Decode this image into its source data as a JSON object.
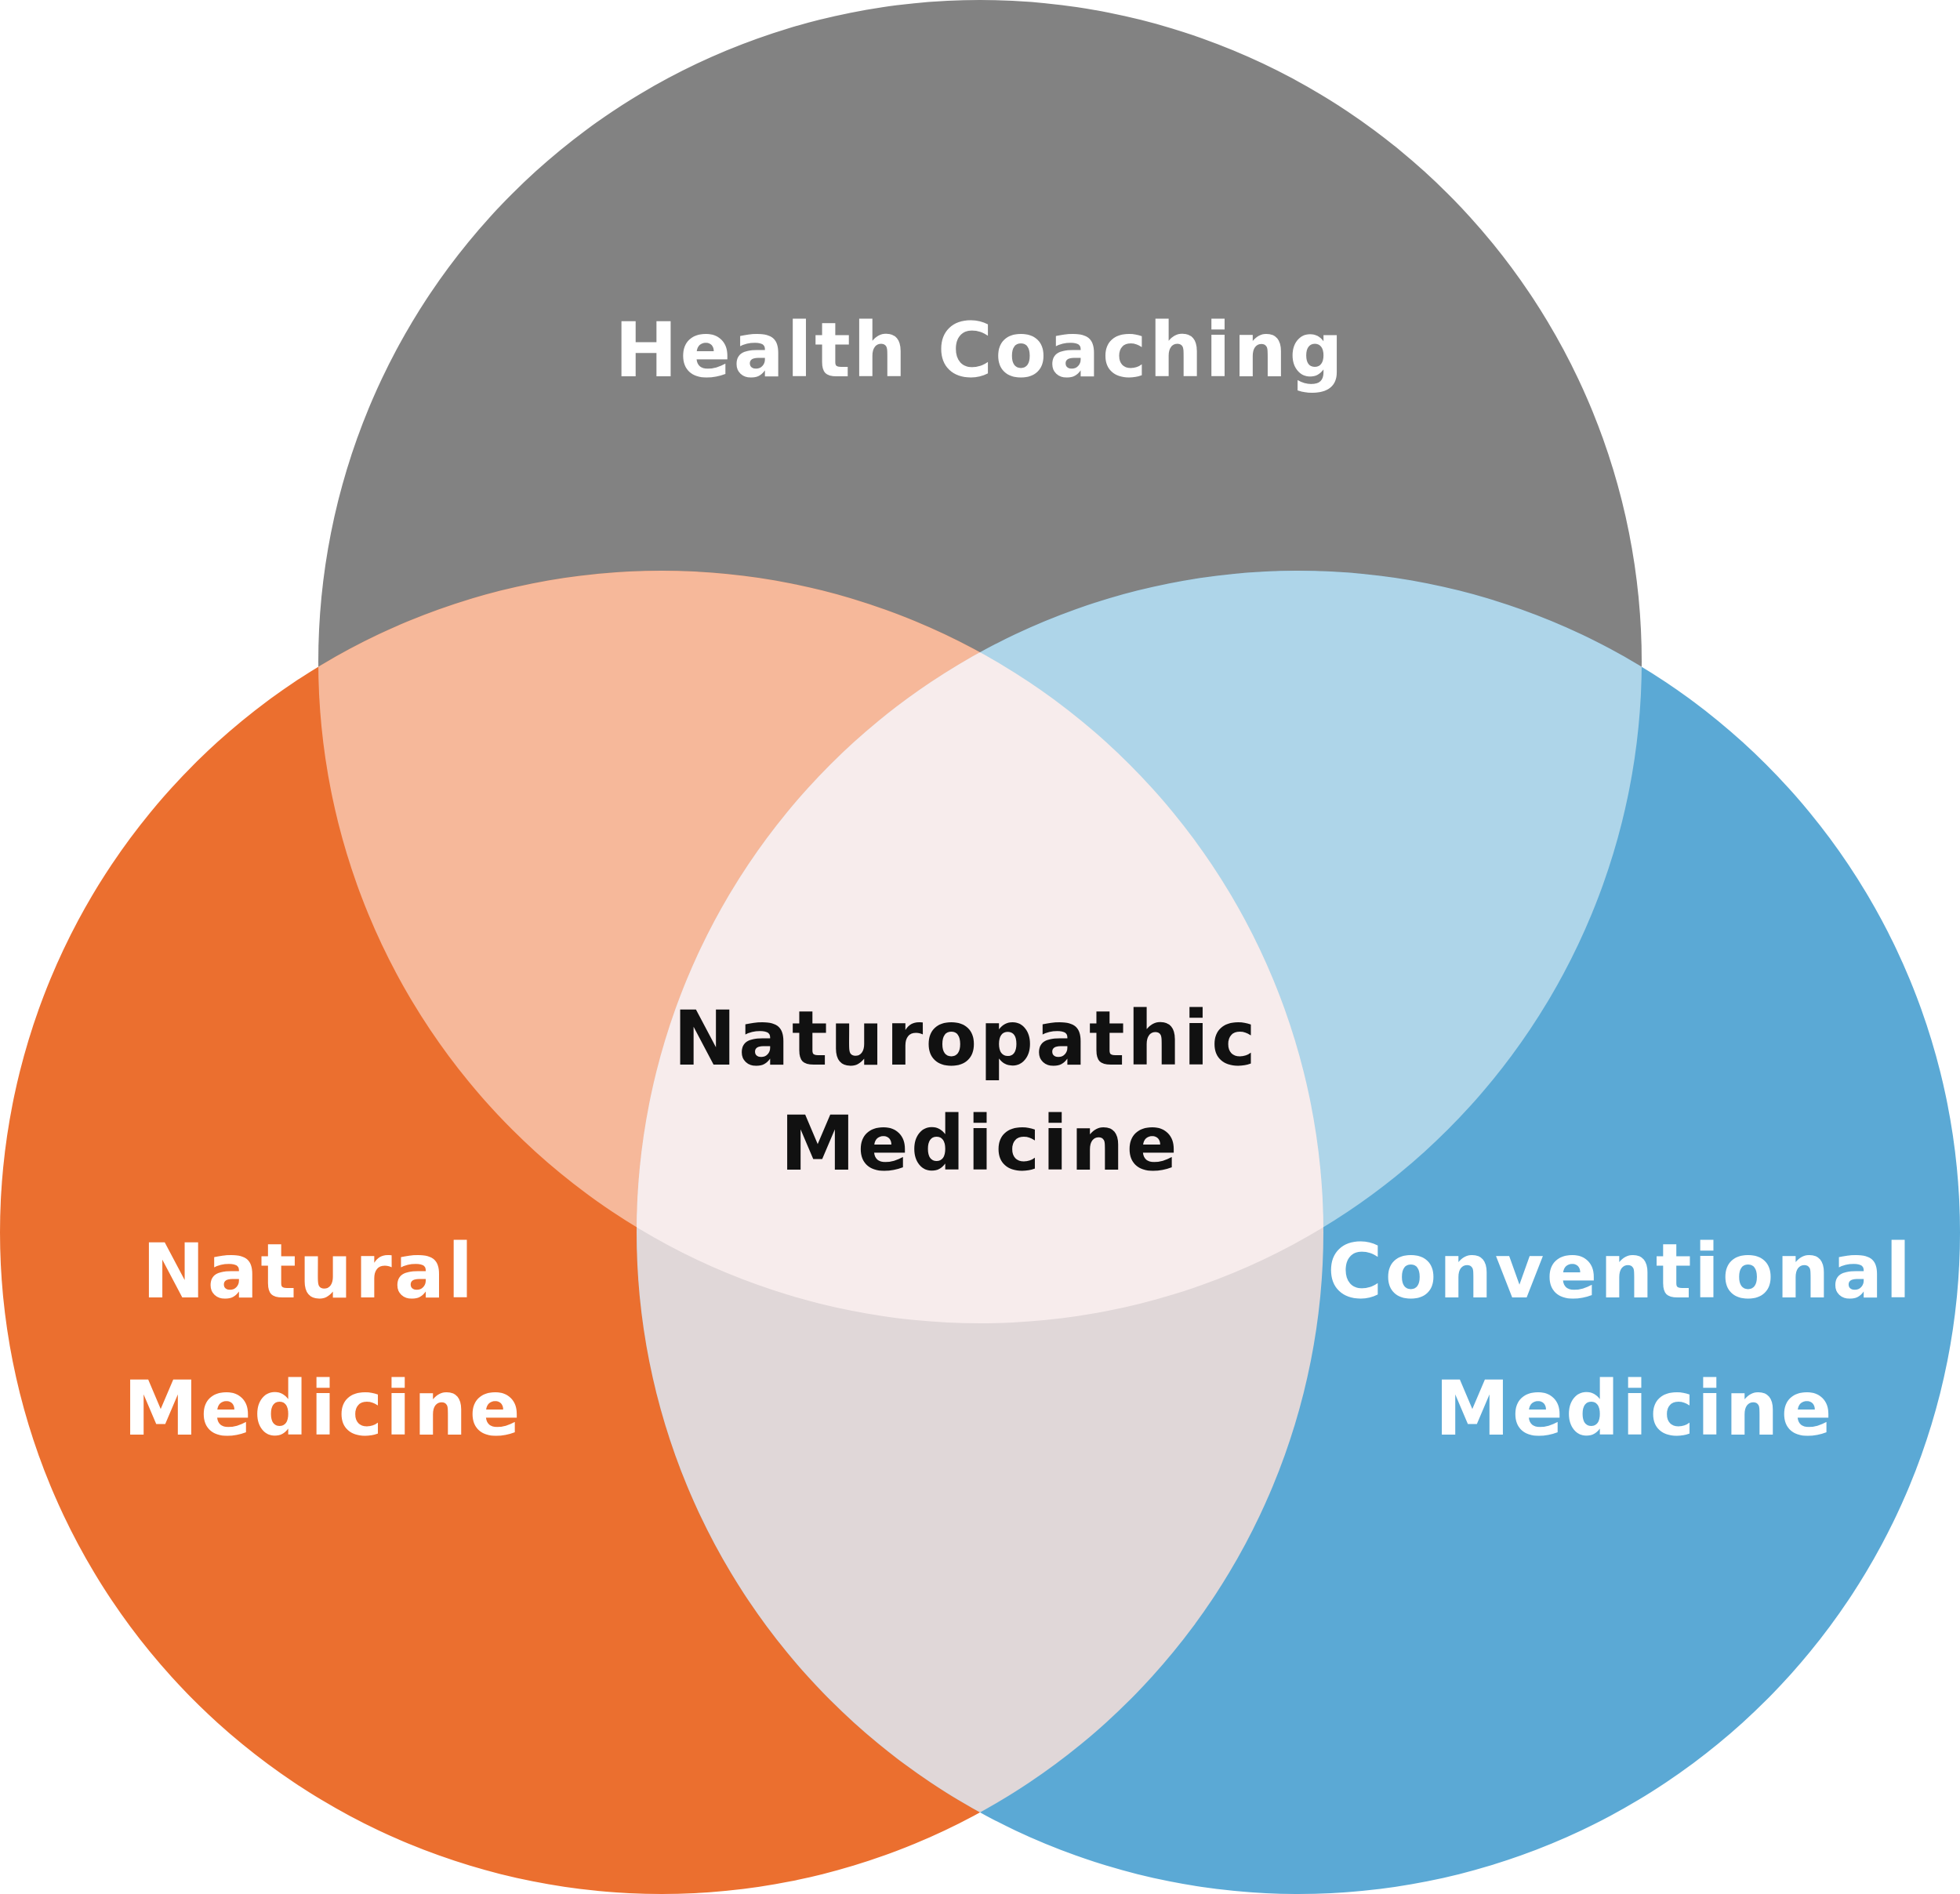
{
  "diagram": {
    "sets": [
      {
        "id": "health-coaching",
        "label": "Health Coaching",
        "color": "#828282"
      },
      {
        "id": "natural-medicine",
        "label_lines": [
          "Natural",
          "Medicine"
        ],
        "color": "#eb6f2f"
      },
      {
        "id": "conventional-medicine",
        "label_lines": [
          "Conventional",
          "Medicine"
        ],
        "color": "#5ba9d5"
      }
    ],
    "overlaps": {
      "health_natural": "#f6b89a",
      "health_conventional": "#aed5e9",
      "natural_conventional": "#e0d7d8",
      "all_three": "#f7ecec"
    },
    "center_label_lines": [
      "Naturopathic",
      "Medicine"
    ]
  }
}
